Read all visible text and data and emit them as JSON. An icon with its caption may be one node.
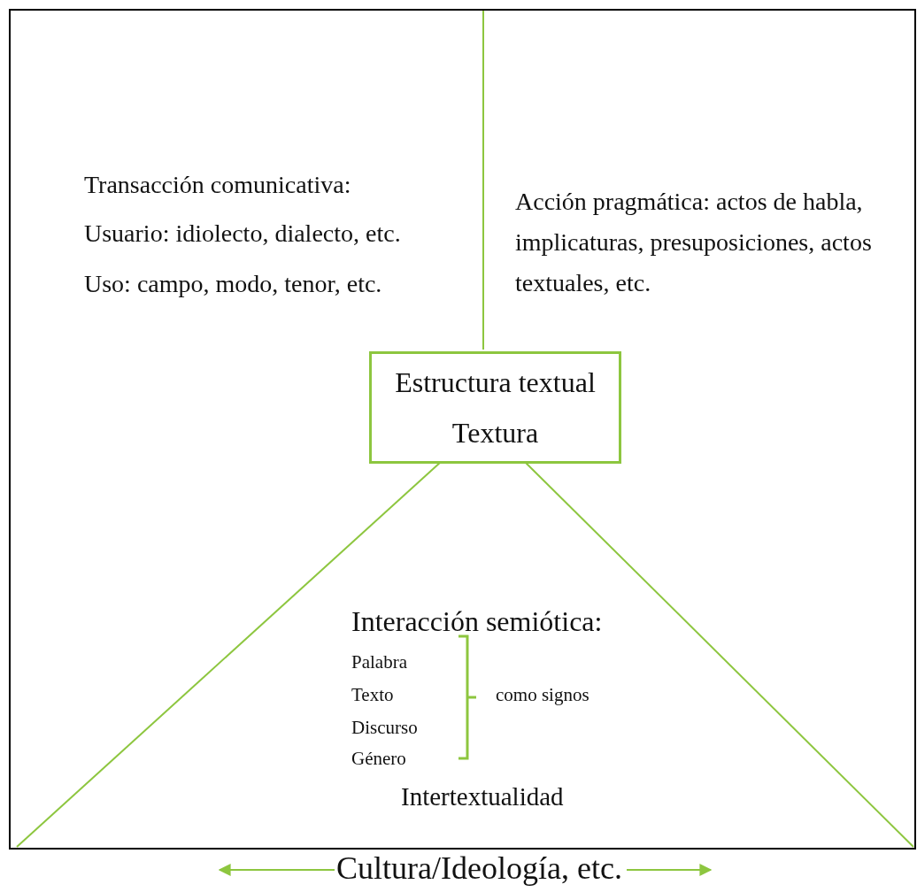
{
  "diagram": {
    "nodes": [
      {
        "text": [],
        "shape": "box"
      },
      {
        "text": [
          "Estructura textual",
          "Textura"
        ],
        "in": 0
      }
    ],
    "edges": [
      {
        "from": 1,
        "to": 0,
        "arrow": "none"
      },
      {
        "from": 1,
        "to": 0,
        "arrow": "none"
      },
      {
        "from": 1,
        "to": 0,
        "arrow": "none"
      }
    ],
    "labels": [
      "Transacción comunicativa:",
      "Usuario: idiolecto, dialecto, etc.",
      "Uso: campo, modo, tenor, etc.",
      "Acción pragmática: actos de habla, implicaturas, presuposiciones, actos textuales, etc.",
      "Interacción semiótica:",
      "Palabra",
      "Texto",
      "Discurso",
      "Género",
      "como signos",
      "Intertextualidad",
      "Cultura/Ideología, etc."
    ]
  }
}
